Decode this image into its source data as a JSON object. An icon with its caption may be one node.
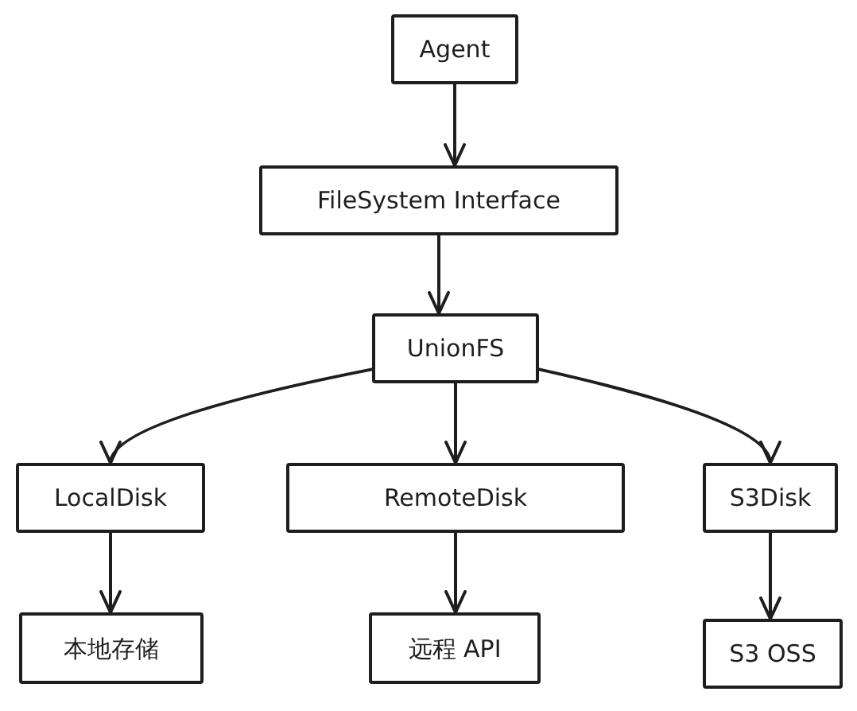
{
  "diagram": {
    "nodes": [
      {
        "text": [
          "Agent"
        ]
      },
      {
        "text": [
          "FileSystem Interface"
        ]
      },
      {
        "text": [
          "UnionFS"
        ]
      },
      {
        "text": [
          "LocalDisk"
        ]
      },
      {
        "text": [
          "RemoteDisk"
        ]
      },
      {
        "text": [
          "S3Disk"
        ]
      },
      {
        "text": [
          "本地存储"
        ]
      },
      {
        "text": [
          "远程 API"
        ]
      },
      {
        "text": [
          "S3 OSS"
        ]
      }
    ],
    "edges": [
      {
        "from": 0,
        "to": 1,
        "arrow": "to"
      },
      {
        "from": 1,
        "to": 2,
        "arrow": "to"
      },
      {
        "from": 2,
        "to": 3,
        "arrow": "to"
      },
      {
        "from": 2,
        "to": 4,
        "arrow": "to"
      },
      {
        "from": 2,
        "to": 5,
        "arrow": "to"
      },
      {
        "from": 3,
        "to": 6,
        "arrow": "to"
      },
      {
        "from": 4,
        "to": 7,
        "arrow": "to"
      },
      {
        "from": 5,
        "to": 8,
        "arrow": "to"
      }
    ]
  }
}
